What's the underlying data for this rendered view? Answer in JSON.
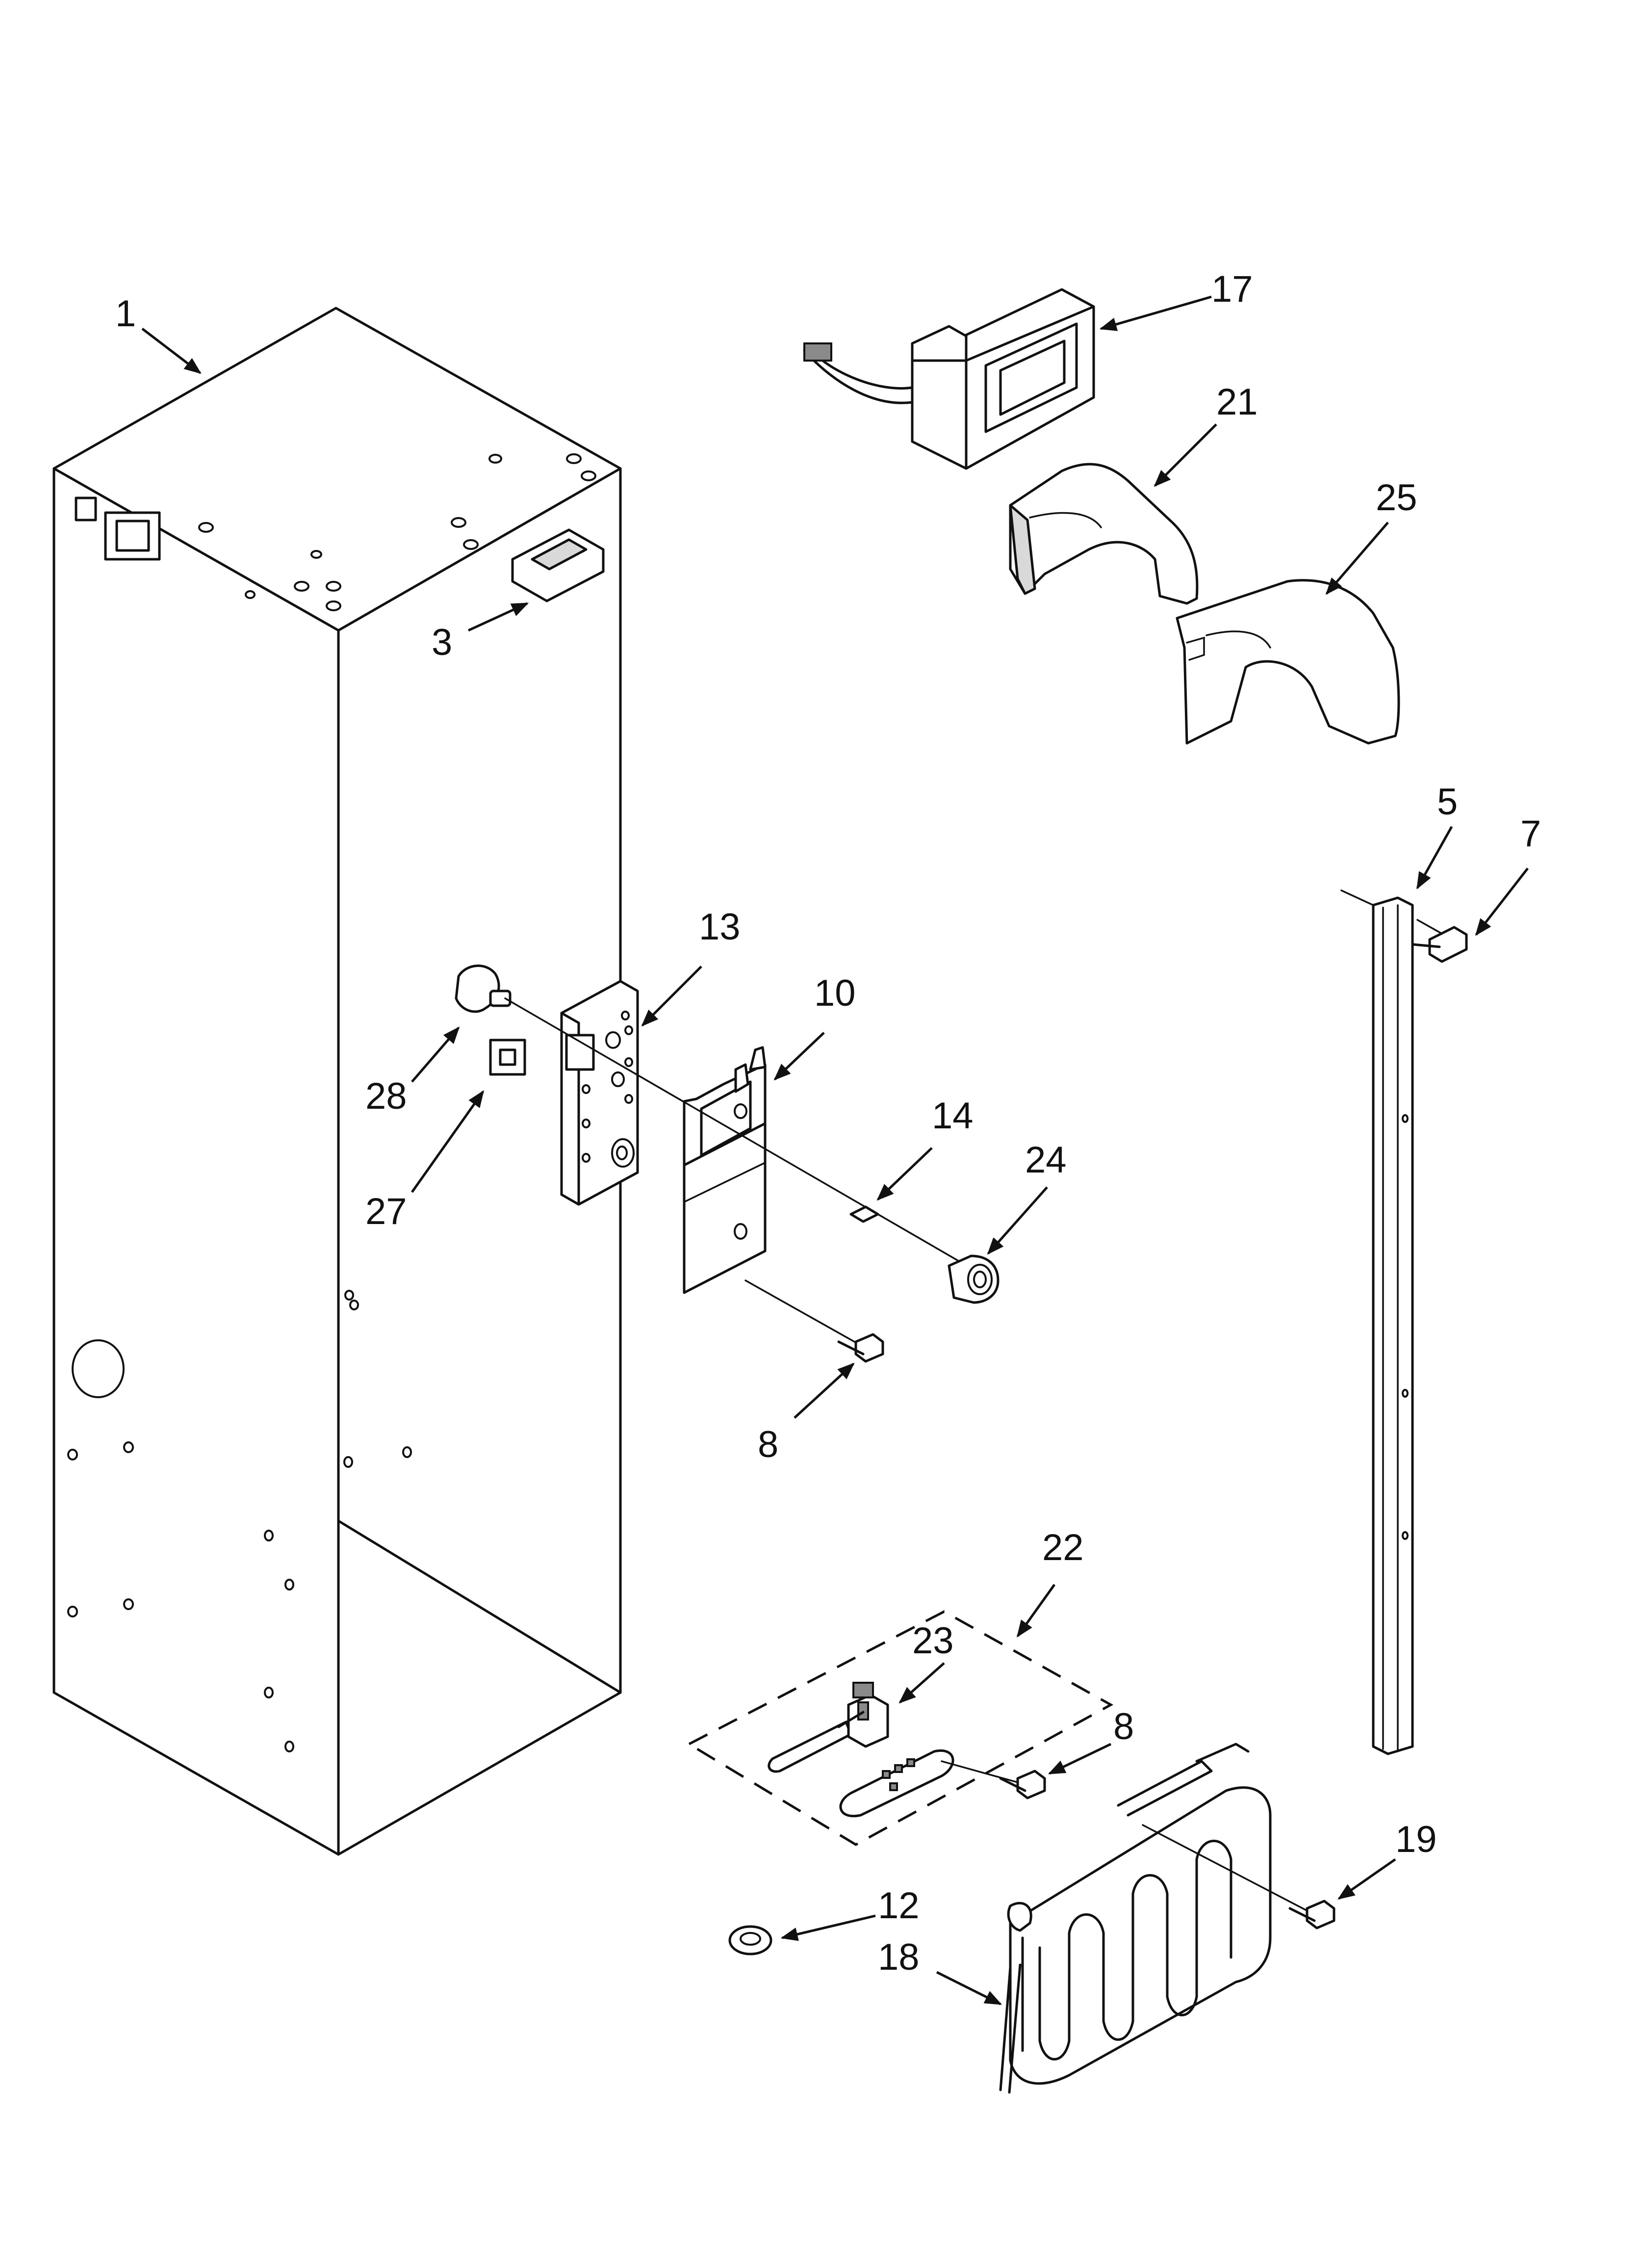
{
  "callouts": [
    {
      "id": "c1",
      "label": "1"
    },
    {
      "id": "c3",
      "label": "3"
    },
    {
      "id": "c5",
      "label": "5"
    },
    {
      "id": "c7",
      "label": "7"
    },
    {
      "id": "c8a",
      "label": "8"
    },
    {
      "id": "c8b",
      "label": "8"
    },
    {
      "id": "c10",
      "label": "10"
    },
    {
      "id": "c12",
      "label": "12"
    },
    {
      "id": "c13",
      "label": "13"
    },
    {
      "id": "c14",
      "label": "14"
    },
    {
      "id": "c17",
      "label": "17"
    },
    {
      "id": "c18",
      "label": "18"
    },
    {
      "id": "c19",
      "label": "19"
    },
    {
      "id": "c21",
      "label": "21"
    },
    {
      "id": "c22",
      "label": "22"
    },
    {
      "id": "c23",
      "label": "23"
    },
    {
      "id": "c24",
      "label": "24"
    },
    {
      "id": "c25",
      "label": "25"
    },
    {
      "id": "c27",
      "label": "27"
    },
    {
      "id": "c28",
      "label": "28"
    }
  ]
}
